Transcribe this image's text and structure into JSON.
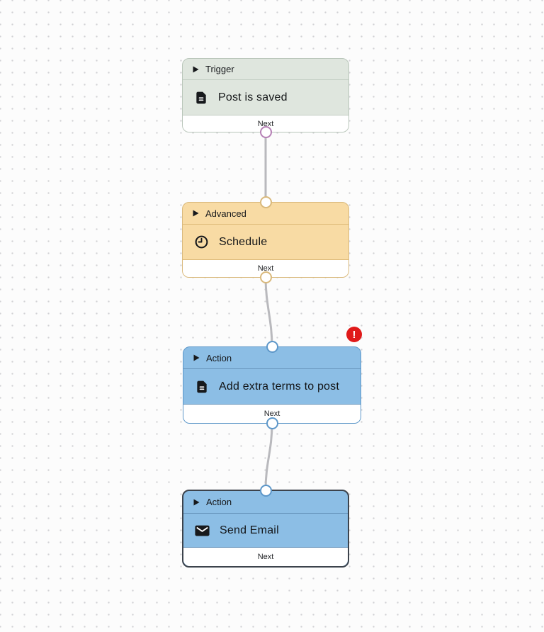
{
  "canvas": {
    "background_color": "#fcfcfc",
    "dot_color": "#d2d2d5",
    "edge_color": "#b9b9bd"
  },
  "workflow": {
    "nodes": [
      {
        "category": "Trigger",
        "title": "Post is saved",
        "icon": "document-icon",
        "next_label": "Next",
        "colors": {
          "fill": "#dfe6de",
          "border": "#b9c6ba",
          "output_port": "#b57fb5"
        },
        "has_input_port": false,
        "has_output_port": true,
        "has_error": false,
        "selected": false
      },
      {
        "category": "Advanced",
        "title": "Schedule",
        "icon": "clock-icon",
        "next_label": "Next",
        "colors": {
          "fill": "#f8dba4",
          "border": "#d9b97c",
          "input_port": "#d9b97c",
          "output_port": "#d9b97c"
        },
        "has_input_port": true,
        "has_output_port": true,
        "has_error": false,
        "selected": false
      },
      {
        "category": "Action",
        "title": "Add extra terms to post",
        "icon": "document-icon",
        "next_label": "Next",
        "colors": {
          "fill": "#8cbee5",
          "border": "#5d97c9",
          "input_port": "#5d97c9",
          "output_port": "#5d97c9"
        },
        "has_input_port": true,
        "has_output_port": true,
        "has_error": true,
        "error_badge": "!",
        "error_color": "#e01a1a",
        "selected": false
      },
      {
        "category": "Action",
        "title": "Send Email",
        "icon": "envelope-icon",
        "next_label": "Next",
        "colors": {
          "fill": "#8cbee5",
          "border": "#3c434c",
          "input_port": "#5d97c9"
        },
        "has_input_port": true,
        "has_output_port": false,
        "has_error": false,
        "selected": true
      }
    ]
  }
}
